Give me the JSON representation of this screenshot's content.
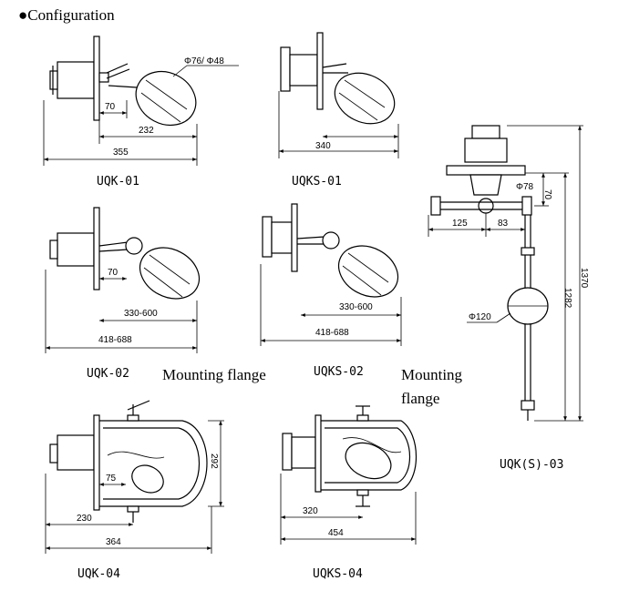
{
  "title": "●Configuration",
  "models": {
    "uqk01": {
      "name": "UQK-01",
      "dims": [
        "Φ76/ Φ48",
        "70",
        "232",
        "355"
      ]
    },
    "uqks01": {
      "name": "UQKS-01",
      "dims": [
        "340"
      ]
    },
    "uqk02": {
      "name": "UQK-02",
      "dims": [
        "70",
        "330-600",
        "418-688"
      ]
    },
    "uqks02": {
      "name": "UQKS-02",
      "dims": [
        "330-600",
        "418-688"
      ]
    },
    "uqks03": {
      "name": "UQK(S)-03",
      "dims": [
        "Φ78",
        "70",
        "125",
        "83",
        "1370",
        "1282",
        "Φ120"
      ]
    },
    "uqk04": {
      "name": "UQK-04",
      "dims": [
        "75",
        "292",
        "230",
        "364"
      ]
    },
    "uqks04": {
      "name": "UQKS-04",
      "dims": [
        "320",
        "454"
      ]
    }
  },
  "notes": {
    "mounting_flange_1": "Mounting flange",
    "mounting_flange_2_line1": "Mounting",
    "mounting_flange_2_line2": "flange"
  }
}
